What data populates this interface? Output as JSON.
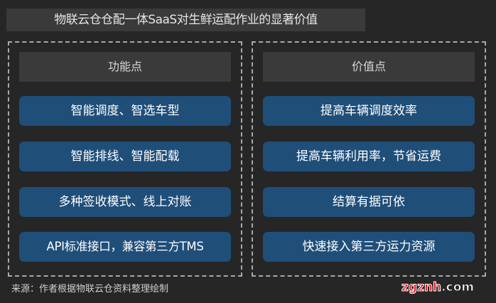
{
  "title": "物联云仓仓配一体SaaS对生鲜运配作业的显著价值",
  "colors": {
    "background": "#262626",
    "header_bar": "#3a3a3a",
    "pill": "#1f4e79",
    "dashed_border": "#a8a8a8",
    "watermark_red": "#d8101a"
  },
  "left_panel": {
    "header": "功能点",
    "items": [
      {
        "label": "智能调度、智选车型"
      },
      {
        "label": "智能排线、智能配载"
      },
      {
        "label": "多种签收模式、线上对账"
      },
      {
        "label": "API标准接口，兼容第三方TMS"
      }
    ]
  },
  "right_panel": {
    "header": "价值点",
    "items": [
      {
        "label": "提高车辆调度效率"
      },
      {
        "label": "提高车辆利用率，节省运费"
      },
      {
        "label": "结算有据可依"
      },
      {
        "label": "快速接入第三方运力资源"
      }
    ]
  },
  "footer": {
    "source": "来源：作者根据物联云仓资料整理绘制",
    "watermark_main": "zgznh",
    "watermark_suffix": ".com"
  }
}
